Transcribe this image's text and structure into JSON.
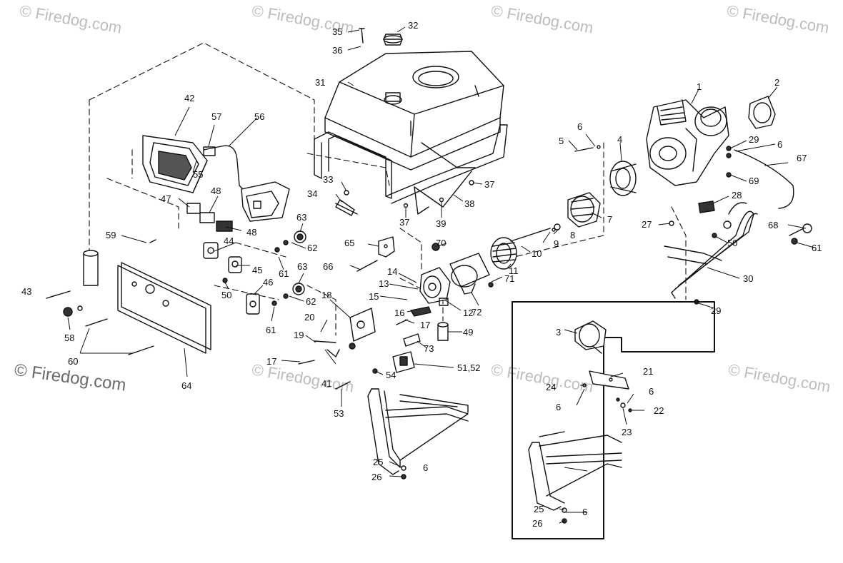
{
  "watermark": {
    "text": "© Firedog.com"
  },
  "callouts": [
    {
      "id": "c1",
      "text": "1"
    },
    {
      "id": "c2",
      "text": "2"
    },
    {
      "id": "c3",
      "text": "3"
    },
    {
      "id": "c4",
      "text": "4"
    },
    {
      "id": "c5",
      "text": "5"
    },
    {
      "id": "c6a",
      "text": "6"
    },
    {
      "id": "c6b",
      "text": "6"
    },
    {
      "id": "c6c",
      "text": "6"
    },
    {
      "id": "c6d",
      "text": "6"
    },
    {
      "id": "c6e",
      "text": "6"
    },
    {
      "id": "c6f",
      "text": "6"
    },
    {
      "id": "c7",
      "text": "7"
    },
    {
      "id": "c8",
      "text": "8"
    },
    {
      "id": "c9",
      "text": "9"
    },
    {
      "id": "c10",
      "text": "10"
    },
    {
      "id": "c11",
      "text": "11"
    },
    {
      "id": "c12",
      "text": "12"
    },
    {
      "id": "c13",
      "text": "13"
    },
    {
      "id": "c14",
      "text": "14"
    },
    {
      "id": "c15",
      "text": "15"
    },
    {
      "id": "c16",
      "text": "16"
    },
    {
      "id": "c17a",
      "text": "17"
    },
    {
      "id": "c17b",
      "text": "17"
    },
    {
      "id": "c18",
      "text": "18"
    },
    {
      "id": "c19",
      "text": "19"
    },
    {
      "id": "c20",
      "text": "20"
    },
    {
      "id": "c21",
      "text": "21"
    },
    {
      "id": "c22",
      "text": "22"
    },
    {
      "id": "c23",
      "text": "23"
    },
    {
      "id": "c24",
      "text": "24"
    },
    {
      "id": "c25a",
      "text": "25"
    },
    {
      "id": "c25b",
      "text": "25"
    },
    {
      "id": "c26a",
      "text": "26"
    },
    {
      "id": "c26b",
      "text": "26"
    },
    {
      "id": "c27",
      "text": "27"
    },
    {
      "id": "c28",
      "text": "28"
    },
    {
      "id": "c29a",
      "text": "29"
    },
    {
      "id": "c29b",
      "text": "29"
    },
    {
      "id": "c30",
      "text": "30"
    },
    {
      "id": "c31",
      "text": "31"
    },
    {
      "id": "c32",
      "text": "32"
    },
    {
      "id": "c33",
      "text": "33"
    },
    {
      "id": "c34",
      "text": "34"
    },
    {
      "id": "c35",
      "text": "35"
    },
    {
      "id": "c36",
      "text": "36"
    },
    {
      "id": "c37a",
      "text": "37"
    },
    {
      "id": "c37b",
      "text": "37"
    },
    {
      "id": "c38",
      "text": "38"
    },
    {
      "id": "c39",
      "text": "39"
    },
    {
      "id": "c41",
      "text": "41"
    },
    {
      "id": "c42",
      "text": "42"
    },
    {
      "id": "c43",
      "text": "43"
    },
    {
      "id": "c44",
      "text": "44"
    },
    {
      "id": "c45",
      "text": "45"
    },
    {
      "id": "c46",
      "text": "46"
    },
    {
      "id": "c47",
      "text": "47"
    },
    {
      "id": "c48a",
      "text": "48"
    },
    {
      "id": "c48b",
      "text": "48"
    },
    {
      "id": "c49",
      "text": "49"
    },
    {
      "id": "c50a",
      "text": "50"
    },
    {
      "id": "c50b",
      "text": "50"
    },
    {
      "id": "c51",
      "text": "51,52"
    },
    {
      "id": "c53",
      "text": "53"
    },
    {
      "id": "c54",
      "text": "54"
    },
    {
      "id": "c55",
      "text": "55"
    },
    {
      "id": "c56",
      "text": "56"
    },
    {
      "id": "c57",
      "text": "57"
    },
    {
      "id": "c58",
      "text": "58"
    },
    {
      "id": "c59",
      "text": "59"
    },
    {
      "id": "c60",
      "text": "60"
    },
    {
      "id": "c61a",
      "text": "61"
    },
    {
      "id": "c61b",
      "text": "61"
    },
    {
      "id": "c61c",
      "text": "61"
    },
    {
      "id": "c62a",
      "text": "62"
    },
    {
      "id": "c62b",
      "text": "62"
    },
    {
      "id": "c63a",
      "text": "63"
    },
    {
      "id": "c63b",
      "text": "63"
    },
    {
      "id": "c64",
      "text": "64"
    },
    {
      "id": "c65",
      "text": "65"
    },
    {
      "id": "c66",
      "text": "66"
    },
    {
      "id": "c67",
      "text": "67"
    },
    {
      "id": "c68",
      "text": "68"
    },
    {
      "id": "c69",
      "text": "69"
    },
    {
      "id": "c70",
      "text": "70"
    },
    {
      "id": "c71",
      "text": "71"
    },
    {
      "id": "c72",
      "text": "72"
    },
    {
      "id": "c73",
      "text": "73"
    }
  ]
}
